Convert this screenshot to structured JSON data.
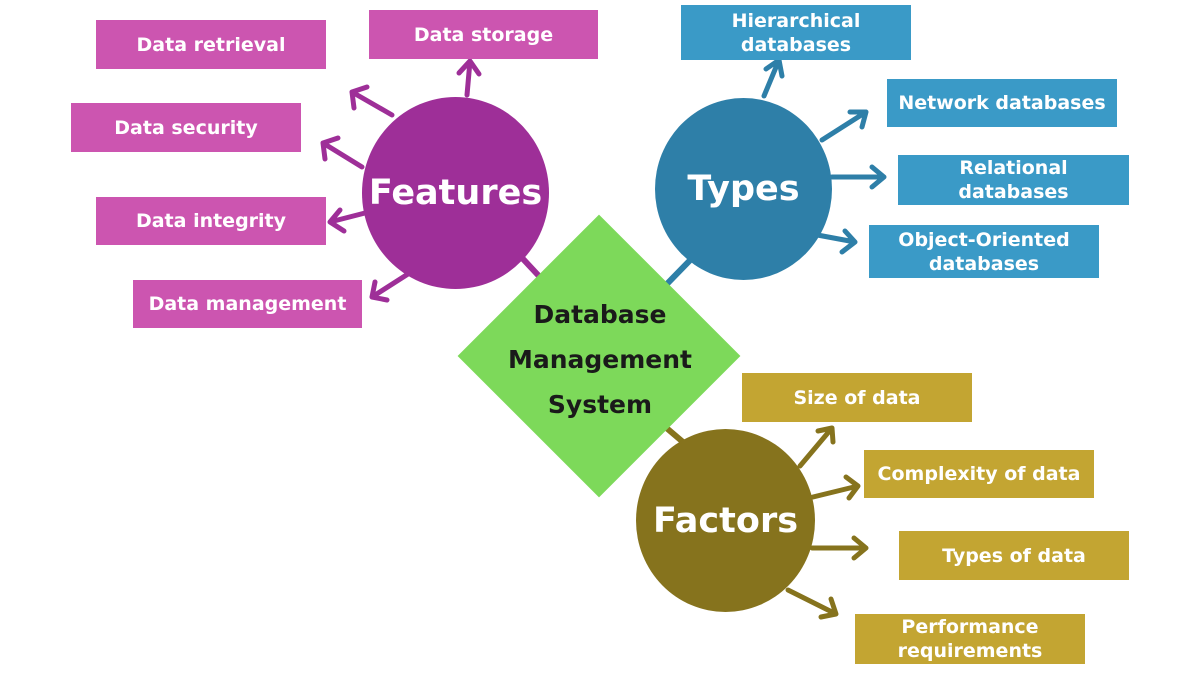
{
  "center": {
    "label": "Database\nManagement\nSystem",
    "color": "#7dd95a"
  },
  "features": {
    "label": "Features",
    "color": "#9e2f98",
    "box_color": "#cc55b0",
    "items": [
      "Data retrieval",
      "Data storage",
      "Data security",
      "Data integrity",
      "Data management"
    ]
  },
  "types": {
    "label": "Types",
    "color": "#2e7fa8",
    "box_color": "#3a9ac7",
    "items": [
      "Hierarchical\ndatabases",
      "Network databases",
      "Relational databases",
      "Object-Oriented\ndatabases"
    ]
  },
  "factors": {
    "label": "Factors",
    "color": "#86731d",
    "box_color": "#c3a532",
    "items": [
      "Size of data",
      "Complexity of data",
      "Types of data",
      "Performance\nrequirements"
    ]
  }
}
